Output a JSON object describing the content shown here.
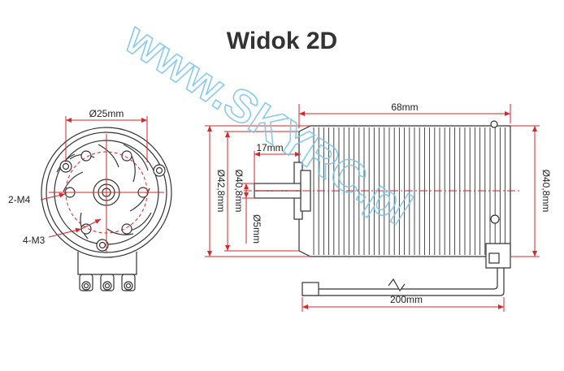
{
  "title": "Widok 2D",
  "watermark": "www.SKYRC.pl",
  "front_view": {
    "d25": "Ø25mm",
    "m4": "2-M4",
    "m3": "4-M3"
  },
  "side_view": {
    "len68": "68mm",
    "len17": "17mm",
    "d42": "Ø42,8mm",
    "d40_left": "Ø40,8mm",
    "d5": "Ø5mm",
    "d40_right": "Ø40,8mm",
    "cable": "200mm"
  },
  "colors": {
    "dimension": "#d9262a",
    "outline": "#333333",
    "watermark": "#7cc6ee"
  }
}
